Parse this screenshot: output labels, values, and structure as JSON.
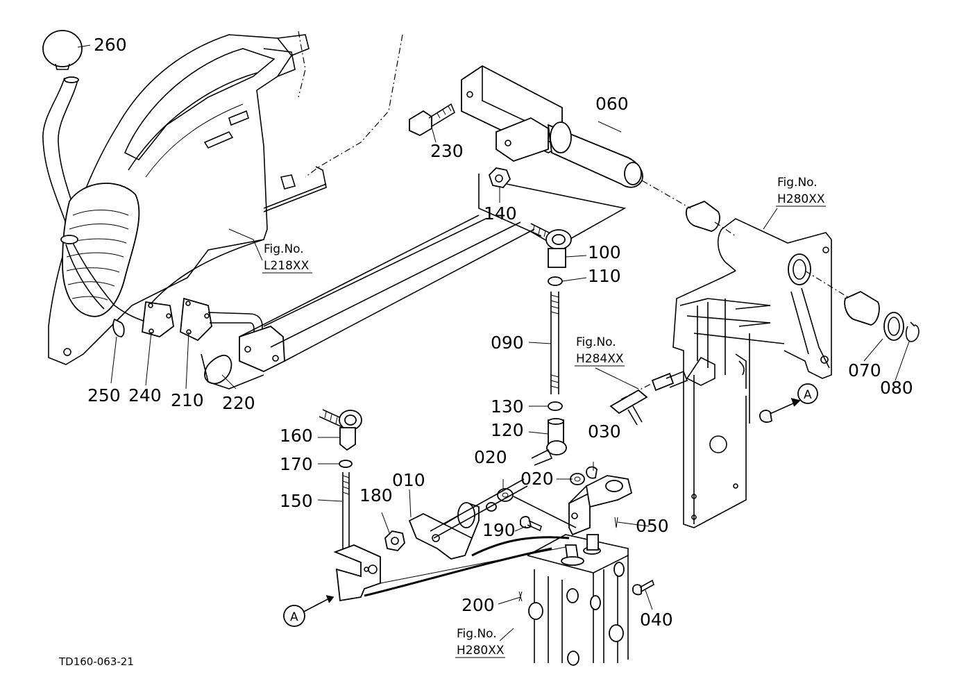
{
  "diagram_code": "TD160-063-21",
  "callouts": [
    {
      "id": "260",
      "label": "260"
    },
    {
      "id": "230",
      "label": "230"
    },
    {
      "id": "060",
      "label": "060"
    },
    {
      "id": "140",
      "label": "140"
    },
    {
      "id": "100",
      "label": "100"
    },
    {
      "id": "110",
      "label": "110"
    },
    {
      "id": "090",
      "label": "090"
    },
    {
      "id": "130",
      "label": "130"
    },
    {
      "id": "120",
      "label": "120"
    },
    {
      "id": "030",
      "label": "030"
    },
    {
      "id": "020a",
      "label": "020"
    },
    {
      "id": "020b",
      "label": "020"
    },
    {
      "id": "010",
      "label": "010"
    },
    {
      "id": "160",
      "label": "160"
    },
    {
      "id": "170",
      "label": "170"
    },
    {
      "id": "150",
      "label": "150"
    },
    {
      "id": "180",
      "label": "180"
    },
    {
      "id": "190",
      "label": "190"
    },
    {
      "id": "050",
      "label": "050"
    },
    {
      "id": "200",
      "label": "200"
    },
    {
      "id": "040",
      "label": "040"
    },
    {
      "id": "250",
      "label": "250"
    },
    {
      "id": "240",
      "label": "240"
    },
    {
      "id": "210",
      "label": "210"
    },
    {
      "id": "220",
      "label": "220"
    },
    {
      "id": "070",
      "label": "070"
    },
    {
      "id": "080",
      "label": "080"
    }
  ],
  "figure_refs": [
    {
      "id": "l218",
      "title": "Fig.No.",
      "code": "L218XX"
    },
    {
      "id": "h280_top",
      "title": "Fig.No.",
      "code": "H280XX"
    },
    {
      "id": "h284",
      "title": "Fig.No.",
      "code": "H284XX"
    },
    {
      "id": "h280_bottom",
      "title": "Fig.No.",
      "code": "H280XX"
    }
  ],
  "markers": {
    "a_right": "A",
    "a_left": "A"
  }
}
